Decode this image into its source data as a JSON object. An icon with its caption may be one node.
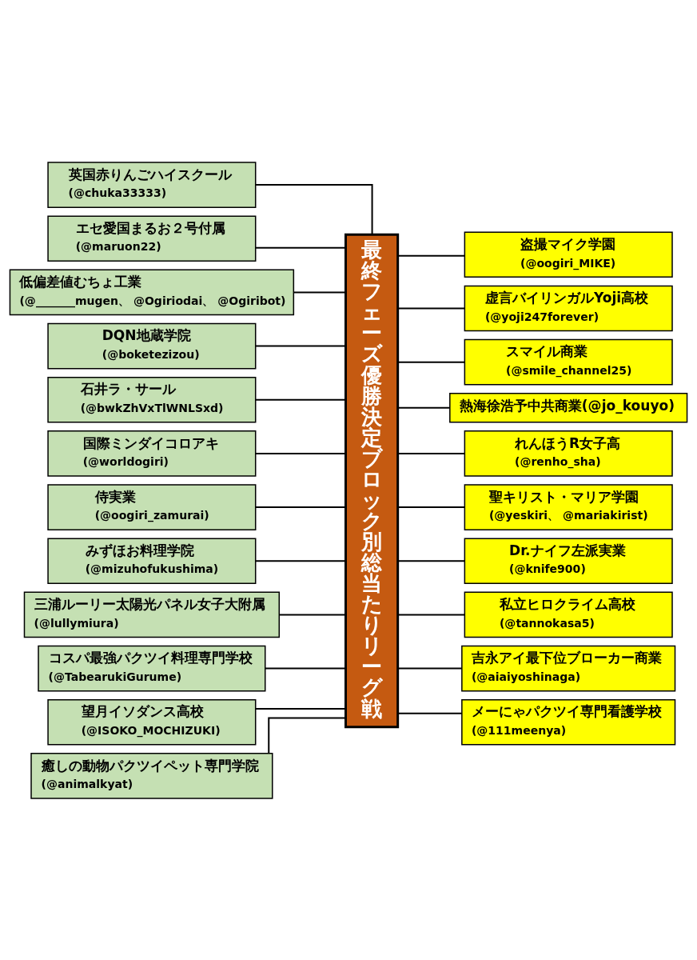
{
  "diagram": {
    "nodes": [
      {
        "text": [
          "最終フェーズ優勝決定ブロック別総当たりリーグ戦"
        ]
      },
      {
        "text": [
          "英国赤りんごハイスクール",
          "(@chuka33333)"
        ]
      },
      {
        "text": [
          "エセ愛国まるお２号付属",
          "(@maruon22)"
        ]
      },
      {
        "text": [
          "低偏差値むちょ工業",
          "(@_______mugen、 @Ogiriodai、 @Ogiribot)"
        ]
      },
      {
        "text": [
          "DQN地蔵学院",
          "(@boketezizou)"
        ]
      },
      {
        "text": [
          "石井ラ・サール",
          "(@bwkZhVxTlWNLSxd)"
        ]
      },
      {
        "text": [
          "国際ミンダイコロアキ",
          "(@worldogiri)"
        ]
      },
      {
        "text": [
          "侍実業",
          "(@oogiri_zamurai)"
        ]
      },
      {
        "text": [
          "みずほお料理学院",
          "(@mizuhofukushima)"
        ]
      },
      {
        "text": [
          "三浦ルーリー太陽光パネル女子大附属",
          "(@lullymiura)"
        ]
      },
      {
        "text": [
          "コスパ最強パクツイ料理専門学校",
          "(@TabearukiGurume)"
        ]
      },
      {
        "text": [
          "望月イソダンス高校",
          "(@ISOKO_MOCHIZUKI)"
        ]
      },
      {
        "text": [
          "癒しの動物パクツイペット専門学院",
          "(@animalkyat)"
        ]
      },
      {
        "text": [
          "盗撮マイク学園",
          "(@oogiri_MIKE)"
        ]
      },
      {
        "text": [
          "虚言バイリンガルYoji高校",
          "(@yoji247forever)"
        ]
      },
      {
        "text": [
          "スマイル商業",
          "(@smile_channel25)"
        ]
      },
      {
        "text": [
          "熱海徐浩予中共商業(@jo_kouyo)"
        ]
      },
      {
        "text": [
          "れんほうR女子高",
          "(@renho_sha)"
        ]
      },
      {
        "text": [
          "聖キリスト・マリア学園",
          "(@yeskiri、 @mariakirist)"
        ]
      },
      {
        "text": [
          "Dr.ナイフ左派実業",
          "(@knife900)"
        ]
      },
      {
        "text": [
          "私立ヒロクライム高校",
          "(@tannokasa5)"
        ]
      },
      {
        "text": [
          "吉永アイ最下位ブローカー商業",
          "(@aiaiyoshinaga)"
        ]
      },
      {
        "text": [
          "メーにゃパクツイ専門看護学校",
          "(@111meenya)"
        ]
      }
    ],
    "edges": [
      {
        "from": 1,
        "to": 0,
        "arrow": "none"
      },
      {
        "from": 2,
        "to": 0,
        "arrow": "none"
      },
      {
        "from": 3,
        "to": 0,
        "arrow": "none"
      },
      {
        "from": 4,
        "to": 0,
        "arrow": "none"
      },
      {
        "from": 5,
        "to": 0,
        "arrow": "none"
      },
      {
        "from": 6,
        "to": 0,
        "arrow": "none"
      },
      {
        "from": 7,
        "to": 0,
        "arrow": "none"
      },
      {
        "from": 8,
        "to": 0,
        "arrow": "none"
      },
      {
        "from": 9,
        "to": 0,
        "arrow": "none"
      },
      {
        "from": 10,
        "to": 0,
        "arrow": "none"
      },
      {
        "from": 11,
        "to": 0,
        "arrow": "none"
      },
      {
        "from": 12,
        "to": 0,
        "arrow": "none"
      },
      {
        "from": 0,
        "to": 13,
        "arrow": "none"
      },
      {
        "from": 0,
        "to": 14,
        "arrow": "none"
      },
      {
        "from": 0,
        "to": 15,
        "arrow": "none"
      },
      {
        "from": 0,
        "to": 16,
        "arrow": "none"
      },
      {
        "from": 0,
        "to": 17,
        "arrow": "none"
      },
      {
        "from": 0,
        "to": 18,
        "arrow": "none"
      },
      {
        "from": 0,
        "to": 19,
        "arrow": "none"
      },
      {
        "from": 0,
        "to": 20,
        "arrow": "none"
      },
      {
        "from": 0,
        "to": 21,
        "arrow": "none"
      },
      {
        "from": 0,
        "to": 22,
        "arrow": "none"
      }
    ]
  }
}
